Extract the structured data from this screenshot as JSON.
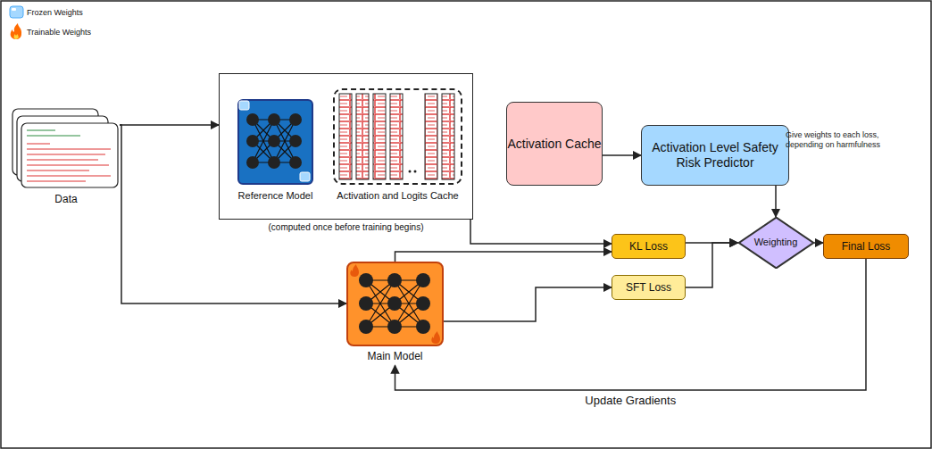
{
  "diagram": {
    "nodes": [
      {
        "text": [
          "Data"
        ]
      },
      {
        "text": [
          "(computed once before training begins)"
        ]
      },
      {
        "text": [
          "Reference Model"
        ],
        "in": 1
      },
      {
        "text": [
          "Activation and Logits Cache"
        ],
        "in": 1
      },
      {
        "text": [
          "Activation Cache"
        ]
      },
      {
        "text": [
          "Activation Level Safety Risk Predictor"
        ]
      },
      {
        "text": [
          "Main Model"
        ]
      },
      {
        "text": [
          "KL Loss"
        ]
      },
      {
        "text": [
          "SFT Loss"
        ]
      },
      {
        "text": [
          "Weighting"
        ]
      },
      {
        "text": [
          "Final Loss"
        ]
      }
    ],
    "edges": [
      {
        "from": 0,
        "to": 1,
        "arrow": "to"
      },
      {
        "from": 2,
        "to": 3,
        "arrow": "to"
      },
      {
        "from": 0,
        "to": 6,
        "arrow": "to"
      },
      {
        "from": 4,
        "to": 5,
        "arrow": "to"
      },
      {
        "from": 5,
        "to": 9,
        "arrow": "to"
      },
      {
        "from": 1,
        "to": 7,
        "arrow": "to"
      },
      {
        "from": 6,
        "to": 7,
        "arrow": "to"
      },
      {
        "from": 6,
        "to": 8,
        "arrow": "to"
      },
      {
        "from": 7,
        "to": 9,
        "arrow": "to"
      },
      {
        "from": 8,
        "to": 9,
        "arrow": "to"
      },
      {
        "from": 9,
        "to": 10,
        "arrow": "to"
      },
      {
        "from": 10,
        "to": 6,
        "label": "Update Gradients",
        "arrow": "to"
      }
    ],
    "labels": [
      "Give weights to each loss, depending on harmfulness"
    ],
    "legend": [
      {
        "text": "Frozen Weights"
      },
      {
        "text": "Trainable Weights"
      }
    ]
  }
}
